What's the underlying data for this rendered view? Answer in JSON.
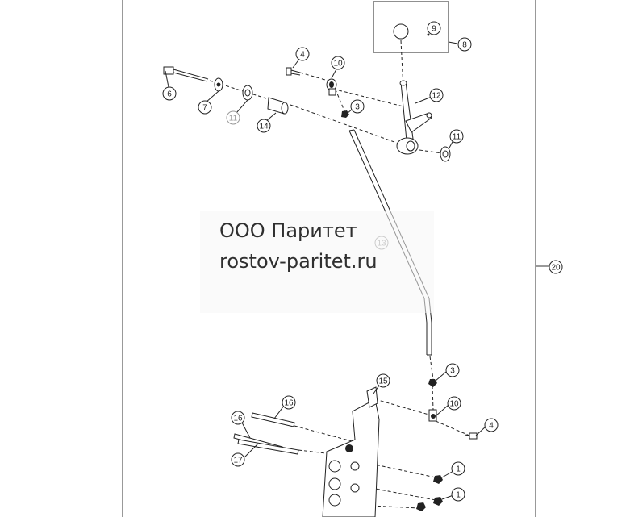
{
  "watermark": {
    "company": "ООО Паритет",
    "website": "rostov-paritet.ru"
  },
  "callouts": [
    {
      "id": "c-9",
      "label": "9"
    },
    {
      "id": "c-8",
      "label": "8"
    },
    {
      "id": "c-4a",
      "label": "4"
    },
    {
      "id": "c-10a",
      "label": "10"
    },
    {
      "id": "c-12",
      "label": "12"
    },
    {
      "id": "c-6",
      "label": "6"
    },
    {
      "id": "c-7",
      "label": "7"
    },
    {
      "id": "c-11a",
      "label": "11"
    },
    {
      "id": "c-14",
      "label": "14"
    },
    {
      "id": "c-3a",
      "label": "3"
    },
    {
      "id": "c-11b",
      "label": "11"
    },
    {
      "id": "c-13",
      "label": "13"
    },
    {
      "id": "c-20",
      "label": "20"
    },
    {
      "id": "c-3b",
      "label": "3"
    },
    {
      "id": "c-15",
      "label": "15"
    },
    {
      "id": "c-10b",
      "label": "10"
    },
    {
      "id": "c-4b",
      "label": "4"
    },
    {
      "id": "c-16a",
      "label": "16"
    },
    {
      "id": "c-16b",
      "label": "16"
    },
    {
      "id": "c-17",
      "label": "17"
    },
    {
      "id": "c-1a",
      "label": "1"
    },
    {
      "id": "c-1b",
      "label": "1"
    }
  ]
}
